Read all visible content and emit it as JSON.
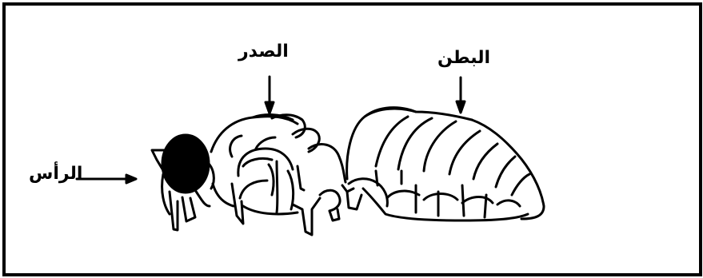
{
  "labels": {
    "thorax": "الصدر",
    "abdomen": "البطن",
    "head": "الرأس"
  },
  "colors": {
    "ink": "#000000",
    "background": "#ffffff"
  }
}
